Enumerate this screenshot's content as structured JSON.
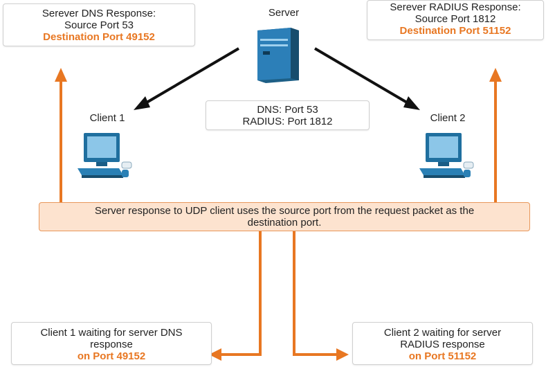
{
  "server": {
    "label": "Server"
  },
  "client1": {
    "label": "Client 1"
  },
  "client2": {
    "label": "Client 2"
  },
  "dns_response": {
    "line1": "Serever DNS Response:",
    "line2": "Source Port 53",
    "line3": "Destination Port 49152"
  },
  "radius_response": {
    "line1": "Serever RADIUS Response:",
    "line2": "Source Port 1812",
    "line3": "Destination Port 51152"
  },
  "ports": {
    "line1": "DNS: Port 53",
    "line2": "RADIUS: Port 1812"
  },
  "note": {
    "line1": "Server response to UDP client uses the source port from the request packet as the",
    "line2": "destination port."
  },
  "client1_wait": {
    "line1": "Client 1 waiting for server DNS",
    "line2": "response",
    "line3": "on Port 49152"
  },
  "client2_wait": {
    "line1": "Client 2 waiting for server",
    "line2": "RADIUS response",
    "line3": "on Port 51152"
  },
  "colors": {
    "accent": "#e87722",
    "note_bg": "#fde3cf",
    "device": "#1f6f9f"
  },
  "icons": [
    "server-icon",
    "computer-icon"
  ]
}
